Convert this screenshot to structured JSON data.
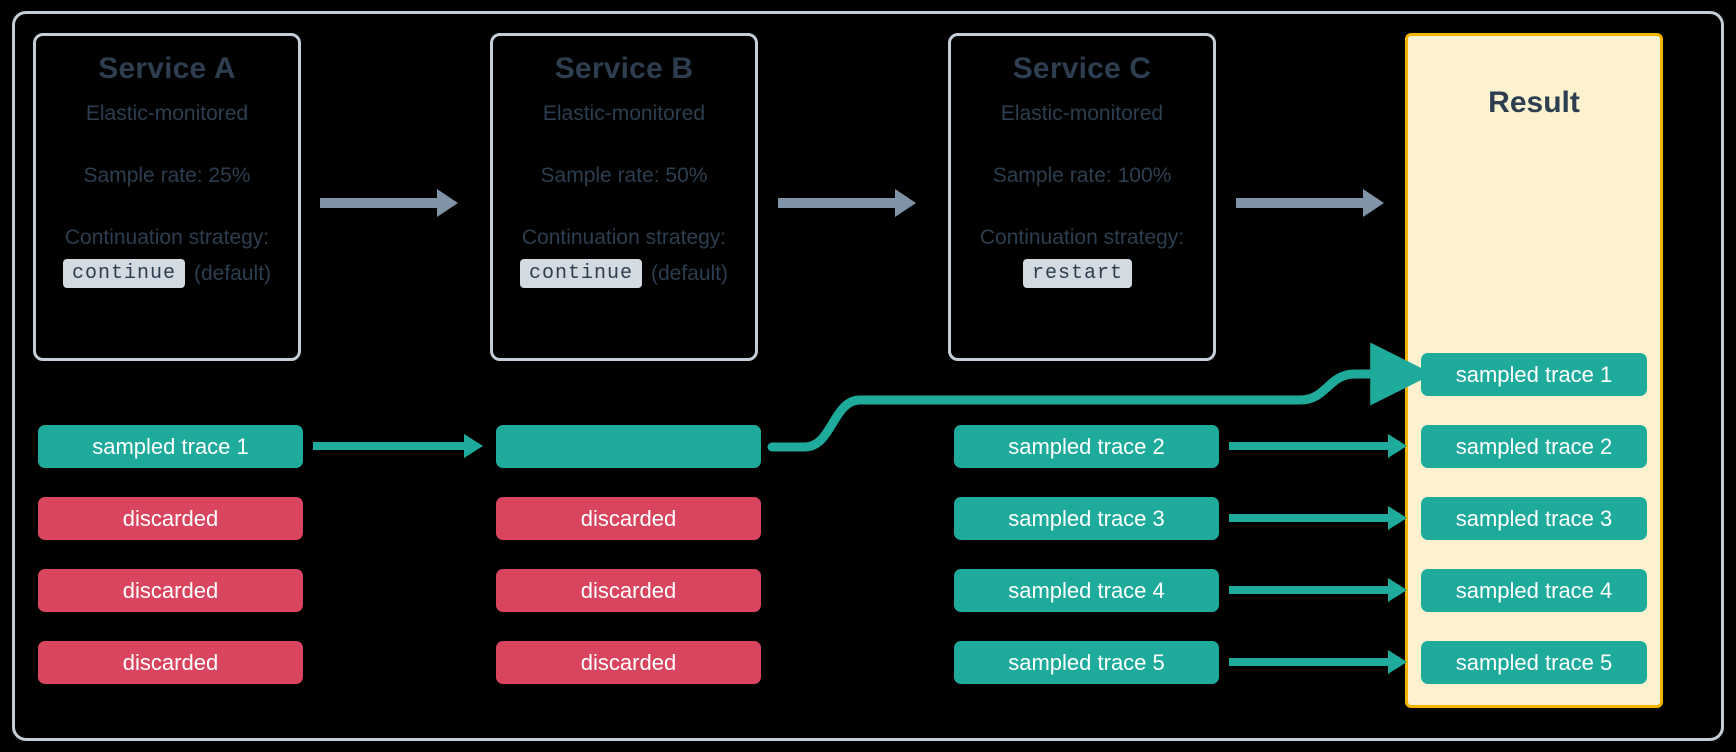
{
  "diagram": {
    "title": "Distributed tracing sampling across services",
    "colors": {
      "sampled": "#1fab9b",
      "discarded": "#d9455f",
      "result_bg": "#fcf2d0",
      "result_border": "#f6b400",
      "frame_border": "#c3ced9",
      "text": "#2c3e4f",
      "gray_arrow": "#8193a7",
      "badge_bg": "#d3dae1"
    }
  },
  "services": [
    {
      "name": "Service A",
      "monitored": "Elastic-monitored",
      "sample_rate": "Sample rate: 25%",
      "strategy_label": "Continuation strategy:",
      "strategy_value": "continue",
      "strategy_note": "(default)"
    },
    {
      "name": "Service B",
      "monitored": "Elastic-monitored",
      "sample_rate": "Sample rate: 50%",
      "strategy_label": "Continuation strategy:",
      "strategy_value": "continue",
      "strategy_note": "(default)"
    },
    {
      "name": "Service C",
      "monitored": "Elastic-monitored",
      "sample_rate": "Sample rate: 100%",
      "strategy_label": "Continuation strategy:",
      "strategy_value": "restart",
      "strategy_note": ""
    }
  ],
  "result": {
    "title": "Result",
    "traces": [
      "sampled trace 1",
      "sampled trace 2",
      "sampled trace 3",
      "sampled trace 4",
      "sampled trace 5"
    ]
  },
  "columns": {
    "service_a": [
      {
        "label": "sampled trace 1",
        "state": "sampled"
      },
      {
        "label": "discarded",
        "state": "discarded"
      },
      {
        "label": "discarded",
        "state": "discarded"
      },
      {
        "label": "discarded",
        "state": "discarded"
      }
    ],
    "service_b": [
      {
        "label": "",
        "state": "sampled"
      },
      {
        "label": "discarded",
        "state": "discarded"
      },
      {
        "label": "discarded",
        "state": "discarded"
      },
      {
        "label": "discarded",
        "state": "discarded"
      }
    ],
    "service_c": [
      {
        "label": "sampled trace 2",
        "state": "sampled"
      },
      {
        "label": "sampled trace 3",
        "state": "sampled"
      },
      {
        "label": "sampled trace 4",
        "state": "sampled"
      },
      {
        "label": "sampled trace 5",
        "state": "sampled"
      }
    ]
  }
}
